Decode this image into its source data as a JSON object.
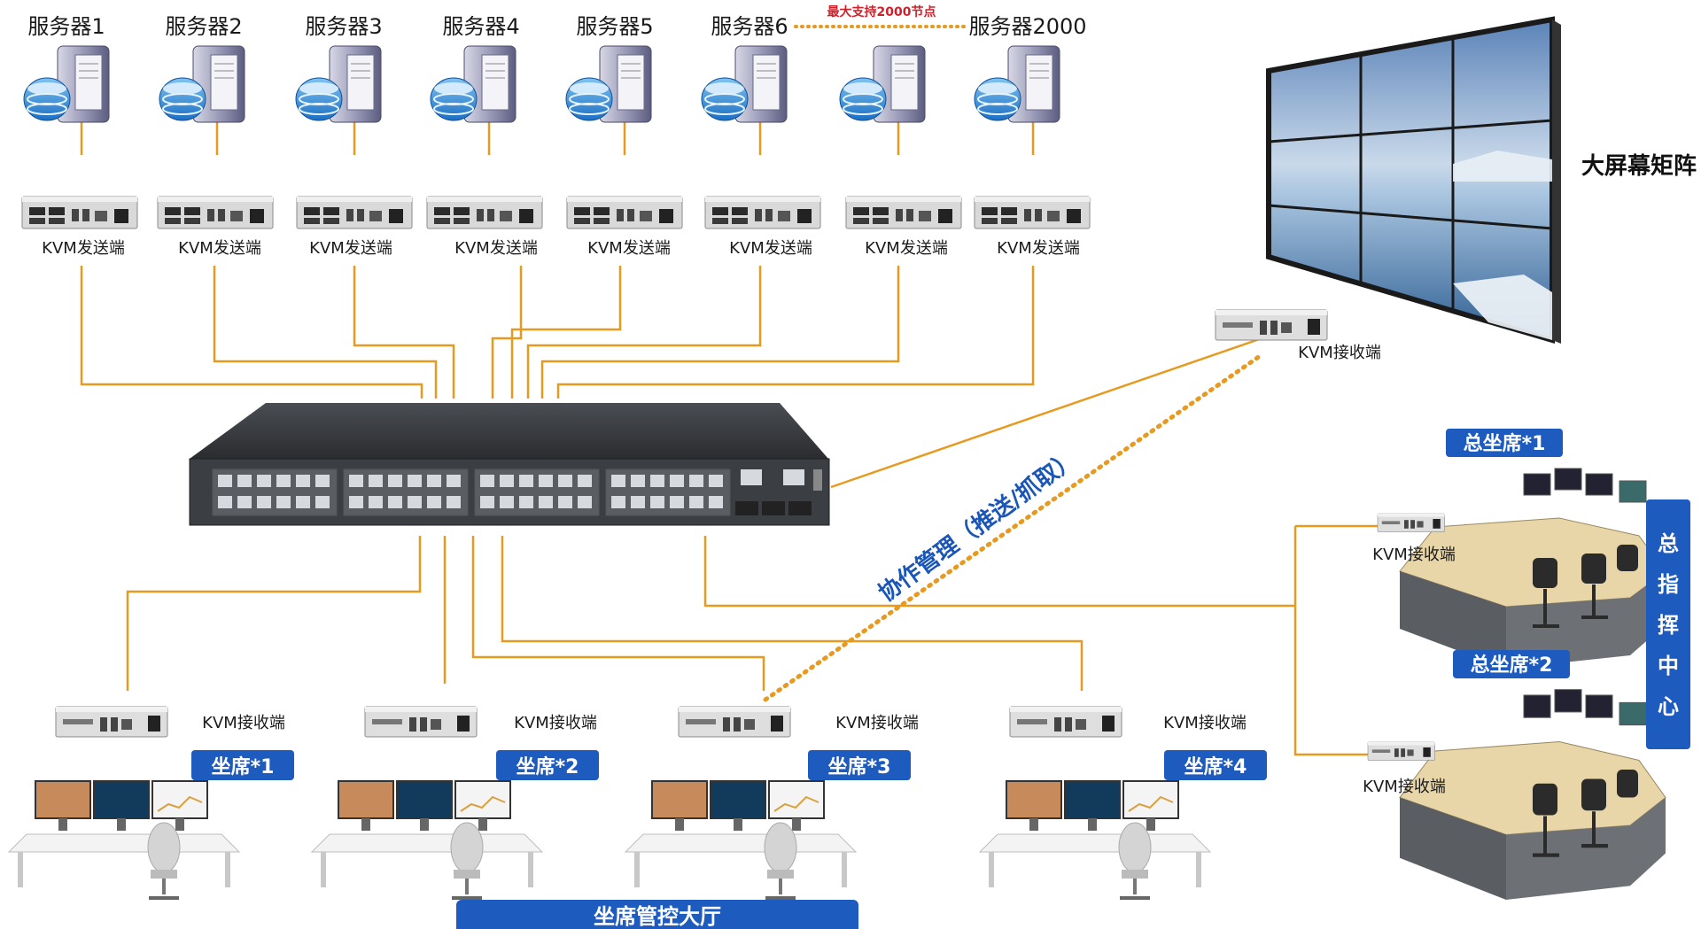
{
  "servers": [
    {
      "label": "服务器1"
    },
    {
      "label": "服务器2"
    },
    {
      "label": "服务器3"
    },
    {
      "label": "服务器4"
    },
    {
      "label": "服务器5"
    },
    {
      "label": "服务器6"
    },
    {
      "label": ""
    },
    {
      "label": "服务器2000"
    }
  ],
  "senders": [
    {
      "label": "KVM发送端"
    },
    {
      "label": "KVM发送端"
    },
    {
      "label": "KVM发送端"
    },
    {
      "label": "KVM发送端"
    },
    {
      "label": "KVM发送端"
    },
    {
      "label": "KVM发送端"
    },
    {
      "label": "KVM发送端"
    },
    {
      "label": "KVM发送端"
    }
  ],
  "max_nodes_note": "最大支持2000节点",
  "video_wall": {
    "label": "大屏幕矩阵",
    "receiver_label": "KVM接收端"
  },
  "collab_label": "协作管理（推送/抓取）",
  "seats": [
    {
      "badge": "坐席*1",
      "receiver_label": "KVM接收端"
    },
    {
      "badge": "坐席*2",
      "receiver_label": "KVM接收端"
    },
    {
      "badge": "坐席*3",
      "receiver_label": "KVM接收端"
    },
    {
      "badge": "坐席*4",
      "receiver_label": "KVM接收端"
    }
  ],
  "seat_hall_label": "坐席管控大厅",
  "command_center": {
    "label": "总指挥中心",
    "consoles": [
      {
        "badge": "总坐席*1",
        "receiver_label": "KVM接收端"
      },
      {
        "badge": "总坐席*2",
        "receiver_label": "KVM接收端"
      }
    ]
  },
  "colors": {
    "wire": "#e79a20",
    "badge": "#1e5bbf",
    "note": "#d0202a",
    "collab_text": "#1a56b8"
  }
}
